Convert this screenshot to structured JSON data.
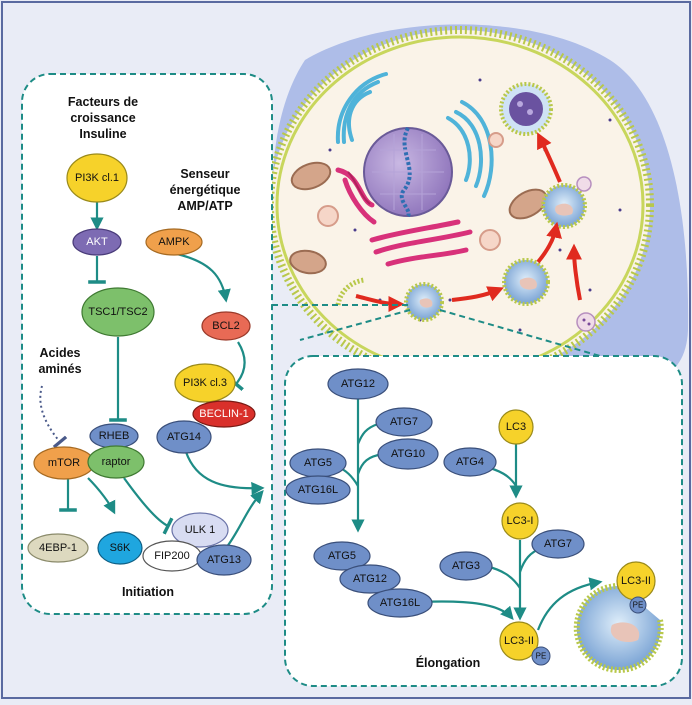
{
  "labels": {
    "growth_factors": [
      "Facteurs de",
      "croissance",
      "Insuline"
    ],
    "energy_sensor": [
      "Senseur",
      "énergétique",
      "AMP/ATP"
    ],
    "amino_acids": [
      "Acides",
      "aminés"
    ],
    "initiation": "Initiation",
    "elongation": "Élongation"
  },
  "nodes": {
    "pi3k_cl1": "PI3K cl.1",
    "akt": "AKT",
    "ampk": "AMPK",
    "tsc": "TSC1/TSC2",
    "bcl2": "BCL2",
    "pi3k_cl3": "PI3K cl.3",
    "beclin1": "BECLIN-1",
    "atg14_init": "ATG14",
    "rheb": "RHEB",
    "mtor": "mTOR",
    "raptor": "raptor",
    "ebp1": "4EBP-1",
    "s6k": "S6K",
    "ulk1": "ULK 1",
    "fip200": "FIP200",
    "atg13": "ATG13",
    "atg12_top": "ATG12",
    "atg7_a": "ATG7",
    "atg10": "ATG10",
    "atg5_a": "ATG5",
    "atg16l_a": "ATG16L",
    "atg5_b": "ATG5",
    "atg12_b": "ATG12",
    "atg16l_b": "ATG16L",
    "lc3": "LC3",
    "atg4": "ATG4",
    "lc3_i": "LC3-I",
    "atg7_b": "ATG7",
    "atg3": "ATG3",
    "lc3_ii_a": "LC3-II",
    "pe_a": "PE",
    "lc3_ii_b": "LC3-II",
    "pe_b": "PE"
  },
  "colors": {
    "yellow": "#f6d22a",
    "purple": "#7d6bb3",
    "green": "#7dc06b",
    "red": "#e86a55",
    "red_dark": "#d9302b",
    "blue": "#6f8fc8",
    "orange": "#f0a04b",
    "cyan": "#1fa6df",
    "beige": "#ddd9bf",
    "teal": "#1e8c86",
    "cell_membrane": "#b8c84a",
    "cytoplasm": "#faf3e8",
    "arrow_red": "#e02a1f"
  }
}
